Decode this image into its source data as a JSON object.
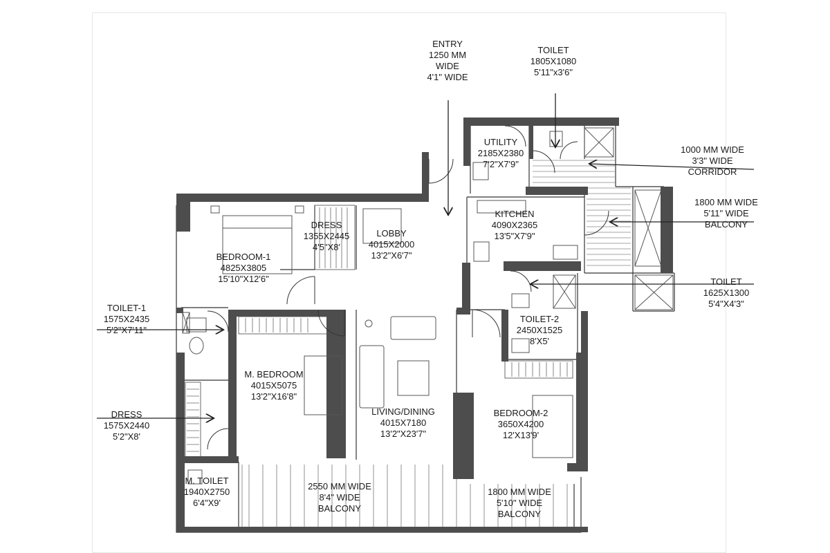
{
  "annotations": {
    "entry": [
      "ENTRY",
      "1250 MM",
      "WIDE",
      "4'1\" WIDE"
    ],
    "toilet_top": [
      "TOILET",
      "1805X1080",
      "5'11\"x3'6\""
    ],
    "corridor": [
      "1000 MM WIDE",
      "3'3\" WIDE",
      "CORRIDOR"
    ],
    "balcony_right": [
      "1800 MM WIDE",
      "5'11\" WIDE",
      "BALCONY"
    ],
    "toilet_right": [
      "TOILET",
      "1625X1300",
      "5'4\"X4'3\""
    ],
    "toilet1": [
      "TOILET-1",
      "1575X2435",
      "5'2\"X7'11\""
    ],
    "dress_left": [
      "DRESS",
      "1575X2440",
      "5'2\"X8'"
    ]
  },
  "rooms": {
    "utility": [
      "UTILITY",
      "2185X2380",
      "7'2\"X7'9\""
    ],
    "kitchen": [
      "KITCHEN",
      "4090X2365",
      "13'5\"X7'9\""
    ],
    "dress": [
      "DRESS",
      "1355X2445",
      "4'5\"X8'"
    ],
    "lobby": [
      "LOBBY",
      "4015X2000",
      "13'2\"X6'7\""
    ],
    "bedroom1": [
      "BEDROOM-1",
      "4825X3805",
      "15'10\"X12'6\""
    ],
    "toilet2": [
      "TOILET-2",
      "2450X1525",
      "8'X5'"
    ],
    "master_bedroom": [
      "M. BEDROOM",
      "4015X5075",
      "13'2\"X16'8\""
    ],
    "living_dining": [
      "LIVING/DINING",
      "4015X7180",
      "13'2\"X23'7\""
    ],
    "bedroom2": [
      "BEDROOM-2",
      "3650X4200",
      "12'X13'9'"
    ],
    "master_toilet": [
      "M. TOILET",
      "1940X2750",
      "6'4\"X9'"
    ],
    "balcony_main": [
      "2550 MM WIDE",
      "8'4\" WIDE",
      "BALCONY"
    ],
    "balcony_bed2": [
      "1800 MM WIDE",
      "5'10\" WIDE",
      "BALCONY"
    ]
  },
  "colors": {
    "wall": "#4d4d4d",
    "line": "#333333",
    "text": "#1a1a1a"
  }
}
